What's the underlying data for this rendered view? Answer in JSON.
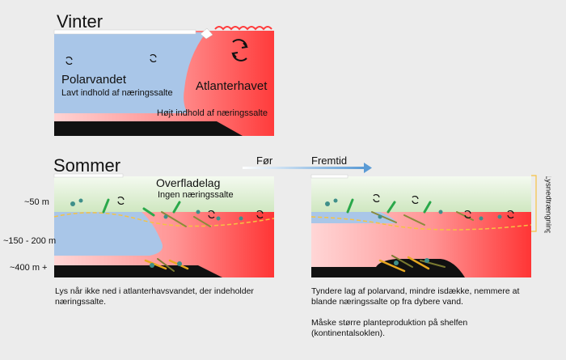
{
  "winter": {
    "title": "Vinter",
    "polar_name": "Polarvandet",
    "polar_desc": "Lavt indhold af næringssalte",
    "atlantic_name": "Atlanterhavet",
    "atlantic_desc": "Højt indhold af næringssalte"
  },
  "summer": {
    "title": "Sommer",
    "surface_name": "Overfladelag",
    "surface_desc": "Ingen næringssalte",
    "depths": [
      "~50 m",
      "~150 - 200 m",
      "~400 m +"
    ],
    "caption": "Lys når ikke ned i atlanterhavsvandet, der indeholder næringssalte."
  },
  "arrow": {
    "before": "Før",
    "future": "Fremtid"
  },
  "future": {
    "caption_1": "Tyndere lag af polarvand, mindre isdække, nemmere at blande næringssalte op fra dybere vand.",
    "caption_2": "Måske større planteproduktion på shelfen (kontinentalsoklen)."
  },
  "light_label": "Lysnedtrængning",
  "colors": {
    "polar": "#a9c6e8",
    "atlantic": "#ff3b3b",
    "surface": "#d6ebc9",
    "seabed": "#111111"
  }
}
